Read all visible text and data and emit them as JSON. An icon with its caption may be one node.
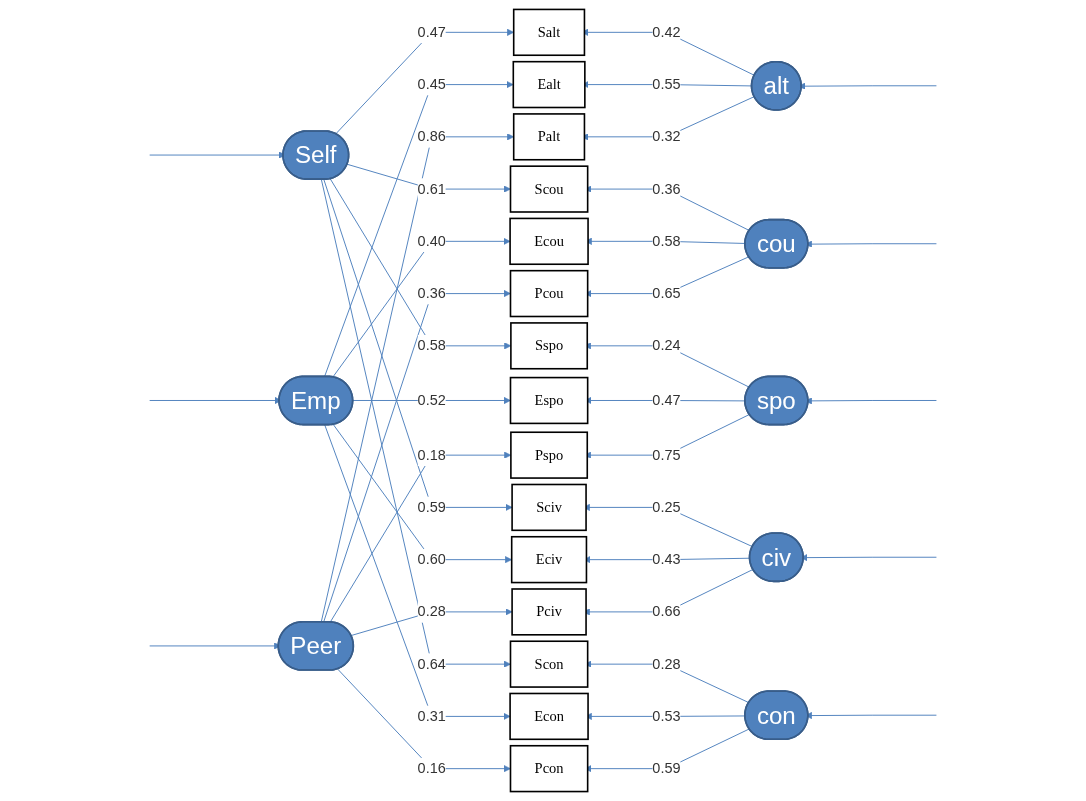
{
  "diagram": {
    "nodes": [
      {
        "text": [
          "Self"
        ]
      },
      {
        "text": [
          "Emp"
        ]
      },
      {
        "text": [
          "Peer"
        ]
      },
      {
        "text": [
          "Salt"
        ]
      },
      {
        "text": [
          "Scou"
        ]
      },
      {
        "text": [
          "Sspo"
        ]
      },
      {
        "text": [
          "Sciv"
        ]
      },
      {
        "text": [
          "Scon"
        ]
      },
      {
        "text": [
          "Ealt"
        ]
      },
      {
        "text": [
          "Ecou"
        ]
      },
      {
        "text": [
          "Espo"
        ]
      },
      {
        "text": [
          "Eciv"
        ]
      },
      {
        "text": [
          "Econ"
        ]
      },
      {
        "text": [
          "Palt"
        ]
      },
      {
        "text": [
          "Pcou"
        ]
      },
      {
        "text": [
          "Pspo"
        ]
      },
      {
        "text": [
          "Pciv"
        ]
      },
      {
        "text": [
          "Pcon"
        ]
      },
      {
        "text": [
          "alt"
        ]
      },
      {
        "text": [
          "cou"
        ]
      },
      {
        "text": [
          "spo"
        ]
      },
      {
        "text": [
          "civ"
        ]
      },
      {
        "text": [
          "con"
        ]
      }
    ],
    "edges": [
      {
        "from": 0,
        "to": 3,
        "arrow": "to",
        "label": "0.47"
      },
      {
        "from": 0,
        "to": 4,
        "arrow": "to",
        "label": "0.61"
      },
      {
        "from": 0,
        "to": 5,
        "arrow": "to",
        "label": "0.58"
      },
      {
        "from": 0,
        "to": 6,
        "arrow": "to",
        "label": "0.59"
      },
      {
        "from": 0,
        "to": 7,
        "arrow": "to",
        "label": "0.64"
      },
      {
        "from": 1,
        "to": 8,
        "arrow": "to",
        "label": "0.45"
      },
      {
        "from": 1,
        "to": 9,
        "arrow": "to",
        "label": "0.40"
      },
      {
        "from": 1,
        "to": 10,
        "arrow": "to",
        "label": "0.52"
      },
      {
        "from": 1,
        "to": 11,
        "arrow": "to",
        "label": "0.60"
      },
      {
        "from": 1,
        "to": 12,
        "arrow": "to",
        "label": "0.31"
      },
      {
        "from": 2,
        "to": 13,
        "arrow": "to",
        "label": "0.86"
      },
      {
        "from": 2,
        "to": 14,
        "arrow": "to",
        "label": "0.36"
      },
      {
        "from": 2,
        "to": 15,
        "arrow": "to",
        "label": "0.18"
      },
      {
        "from": 2,
        "to": 16,
        "arrow": "to",
        "label": "0.28"
      },
      {
        "from": 2,
        "to": 17,
        "arrow": "to",
        "label": "0.16"
      },
      {
        "from": 18,
        "to": 3,
        "arrow": "to",
        "label": "0.42"
      },
      {
        "from": 18,
        "to": 8,
        "arrow": "to",
        "label": "0.55"
      },
      {
        "from": 18,
        "to": 13,
        "arrow": "to",
        "label": "0.32"
      },
      {
        "from": 19,
        "to": 4,
        "arrow": "to",
        "label": "0.36"
      },
      {
        "from": 19,
        "to": 9,
        "arrow": "to",
        "label": "0.58"
      },
      {
        "from": 19,
        "to": 14,
        "arrow": "to",
        "label": "0.65"
      },
      {
        "from": 20,
        "to": 5,
        "arrow": "to",
        "label": "0.24"
      },
      {
        "from": 20,
        "to": 10,
        "arrow": "to",
        "label": "0.47"
      },
      {
        "from": 20,
        "to": 15,
        "arrow": "to",
        "label": "0.75"
      },
      {
        "from": 21,
        "to": 6,
        "arrow": "to",
        "label": "0.25"
      },
      {
        "from": 21,
        "to": 11,
        "arrow": "to",
        "label": "0.43"
      },
      {
        "from": 21,
        "to": 16,
        "arrow": "to",
        "label": "0.66"
      },
      {
        "from": 22,
        "to": 7,
        "arrow": "to",
        "label": "0.28"
      },
      {
        "from": 22,
        "to": 12,
        "arrow": "to",
        "label": "0.53"
      },
      {
        "from": 22,
        "to": 17,
        "arrow": "to",
        "label": "0.59"
      },
      {
        "from": null,
        "to": 0,
        "arrow": "to"
      },
      {
        "from": null,
        "to": 1,
        "arrow": "to"
      },
      {
        "from": null,
        "to": 2,
        "arrow": "to"
      },
      {
        "from": null,
        "to": 18,
        "arrow": "to"
      },
      {
        "from": null,
        "to": 19,
        "arrow": "to"
      },
      {
        "from": null,
        "to": 20,
        "arrow": "to"
      },
      {
        "from": null,
        "to": 21,
        "arrow": "to"
      },
      {
        "from": null,
        "to": 22,
        "arrow": "to"
      }
    ]
  }
}
